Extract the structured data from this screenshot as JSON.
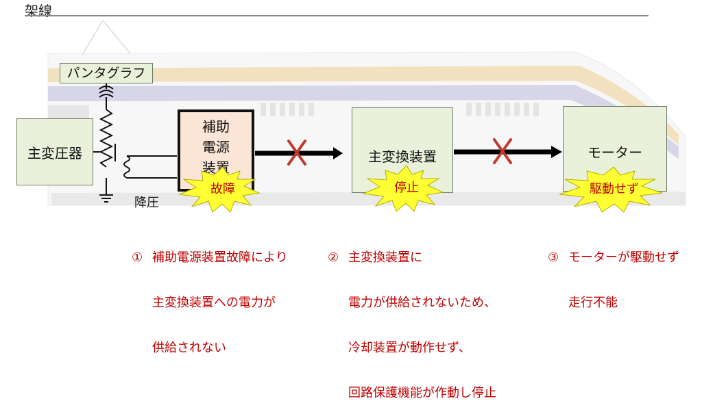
{
  "title": "架線",
  "pantograph": "パンタグラフ",
  "main_transformer": "主変圧器",
  "aux_power_device": [
    "補助",
    "電源",
    "装置"
  ],
  "step_down": "降圧",
  "converter": "主変換装置",
  "motor": "モーター",
  "burst_labels": {
    "fault": "故障",
    "stop": "停止",
    "no_drive": "駆動せず"
  },
  "notes": [
    {
      "num": "①",
      "lines": [
        "補助電源装置故障により",
        "主変換装置への電力が",
        "供給されない"
      ]
    },
    {
      "num": "②",
      "lines": [
        "主変換装置に",
        "電力が供給されないため、",
        "冷却装置が動作せず、",
        "回路保護機能が作動し停止"
      ]
    },
    {
      "num": "③",
      "lines": [
        "モーターが駆動せず",
        "走行不能"
      ]
    }
  ],
  "colors": {
    "box_fill": "#e9f1da",
    "aux_fill": "#fbe5d6",
    "burst_fill": "#ffff33",
    "cross": "#c0392b",
    "note_text": "#c00000"
  }
}
